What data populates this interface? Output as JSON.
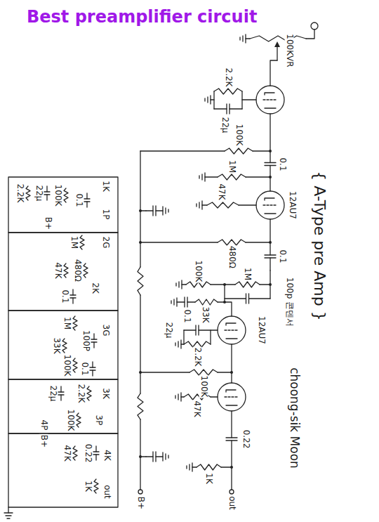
{
  "diagram": {
    "title": "Best preamplifier circuit",
    "labels": [
      "{ A-Type pre Amp }",
      "choong-sik Moon",
      "100KVR",
      "2.2K",
      "22μ",
      "100K",
      "0.1",
      "1M",
      "12AU7",
      "47K",
      "480Ω",
      "0.1",
      "1M",
      "100p 콘덴서",
      "100K",
      "0.1",
      "33K",
      "2.2K",
      "22μ",
      "100K",
      "12AU7",
      "47K",
      "0.22",
      "1K",
      "out",
      "B+",
      "1K",
      "2.2K",
      "22μ",
      "100K",
      "B+",
      "0.1",
      "1P",
      "1M",
      "2G",
      "480Ω",
      "47K",
      "2K",
      "0.1",
      "1M",
      "100P",
      "3G",
      "33K",
      "100K",
      "0.1",
      "22μ",
      "2.2K",
      "3K",
      "100K",
      "3P",
      "4P",
      "B+",
      "47K",
      "0.22",
      "4K",
      "1K",
      "out"
    ]
  }
}
